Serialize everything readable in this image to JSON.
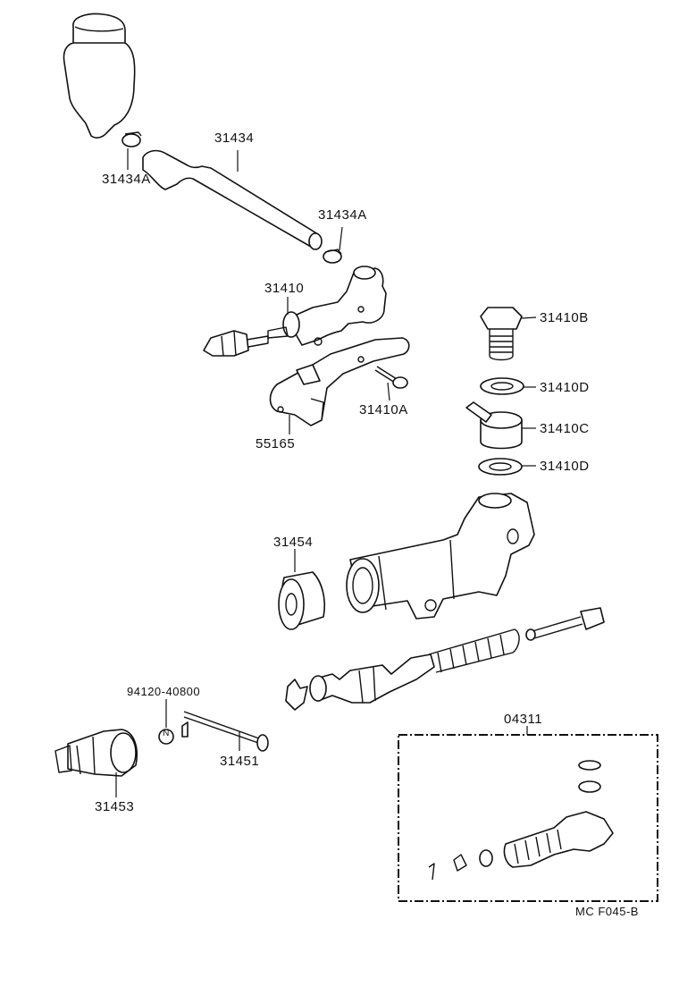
{
  "diagram": {
    "labels": {
      "p31434": "31434",
      "p31434a_top": "31434A",
      "p31434a_mid": "31434A",
      "p31410": "31410",
      "p31410b": "31410B",
      "p31410d_upper": "31410D",
      "p31410c": "31410C",
      "p31410d_lower": "31410D",
      "p31410a": "31410A",
      "p55165": "55165",
      "p31454": "31454",
      "p94120": "94120-40800",
      "p31451": "31451",
      "p31453": "31453",
      "p04311": "04311",
      "footer_code": "MC  F045-B"
    },
    "symbols": {
      "n_marker": "N"
    }
  }
}
